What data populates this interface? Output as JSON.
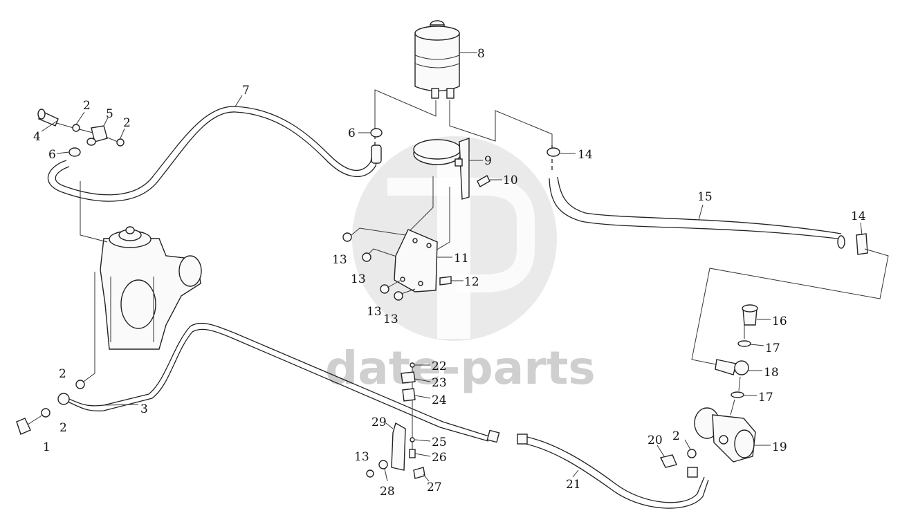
{
  "diagram": {
    "watermark": "date-parts",
    "callouts": [
      {
        "id": "c1",
        "label": "1"
      },
      {
        "id": "c2a",
        "label": "2"
      },
      {
        "id": "c2b",
        "label": "2"
      },
      {
        "id": "c2c",
        "label": "2"
      },
      {
        "id": "c2d",
        "label": "2"
      },
      {
        "id": "c2e",
        "label": "2"
      },
      {
        "id": "c3",
        "label": "3"
      },
      {
        "id": "c4",
        "label": "4"
      },
      {
        "id": "c5",
        "label": "5"
      },
      {
        "id": "c6a",
        "label": "6"
      },
      {
        "id": "c6b",
        "label": "6"
      },
      {
        "id": "c7",
        "label": "7"
      },
      {
        "id": "c8",
        "label": "8"
      },
      {
        "id": "c9",
        "label": "9"
      },
      {
        "id": "c10",
        "label": "10"
      },
      {
        "id": "c11",
        "label": "11"
      },
      {
        "id": "c12",
        "label": "12"
      },
      {
        "id": "c13a",
        "label": "13"
      },
      {
        "id": "c13b",
        "label": "13"
      },
      {
        "id": "c13c",
        "label": "13"
      },
      {
        "id": "c13d",
        "label": "13"
      },
      {
        "id": "c13e",
        "label": "13"
      },
      {
        "id": "c14a",
        "label": "14"
      },
      {
        "id": "c14b",
        "label": "14"
      },
      {
        "id": "c15",
        "label": "15"
      },
      {
        "id": "c16",
        "label": "16"
      },
      {
        "id": "c17a",
        "label": "17"
      },
      {
        "id": "c17b",
        "label": "17"
      },
      {
        "id": "c18",
        "label": "18"
      },
      {
        "id": "c19",
        "label": "19"
      },
      {
        "id": "c20",
        "label": "20"
      },
      {
        "id": "c21",
        "label": "21"
      },
      {
        "id": "c22",
        "label": "22"
      },
      {
        "id": "c23",
        "label": "23"
      },
      {
        "id": "c24",
        "label": "24"
      },
      {
        "id": "c25",
        "label": "25"
      },
      {
        "id": "c26",
        "label": "26"
      },
      {
        "id": "c27",
        "label": "27"
      },
      {
        "id": "c28",
        "label": "28"
      },
      {
        "id": "c29",
        "label": "29"
      }
    ]
  }
}
